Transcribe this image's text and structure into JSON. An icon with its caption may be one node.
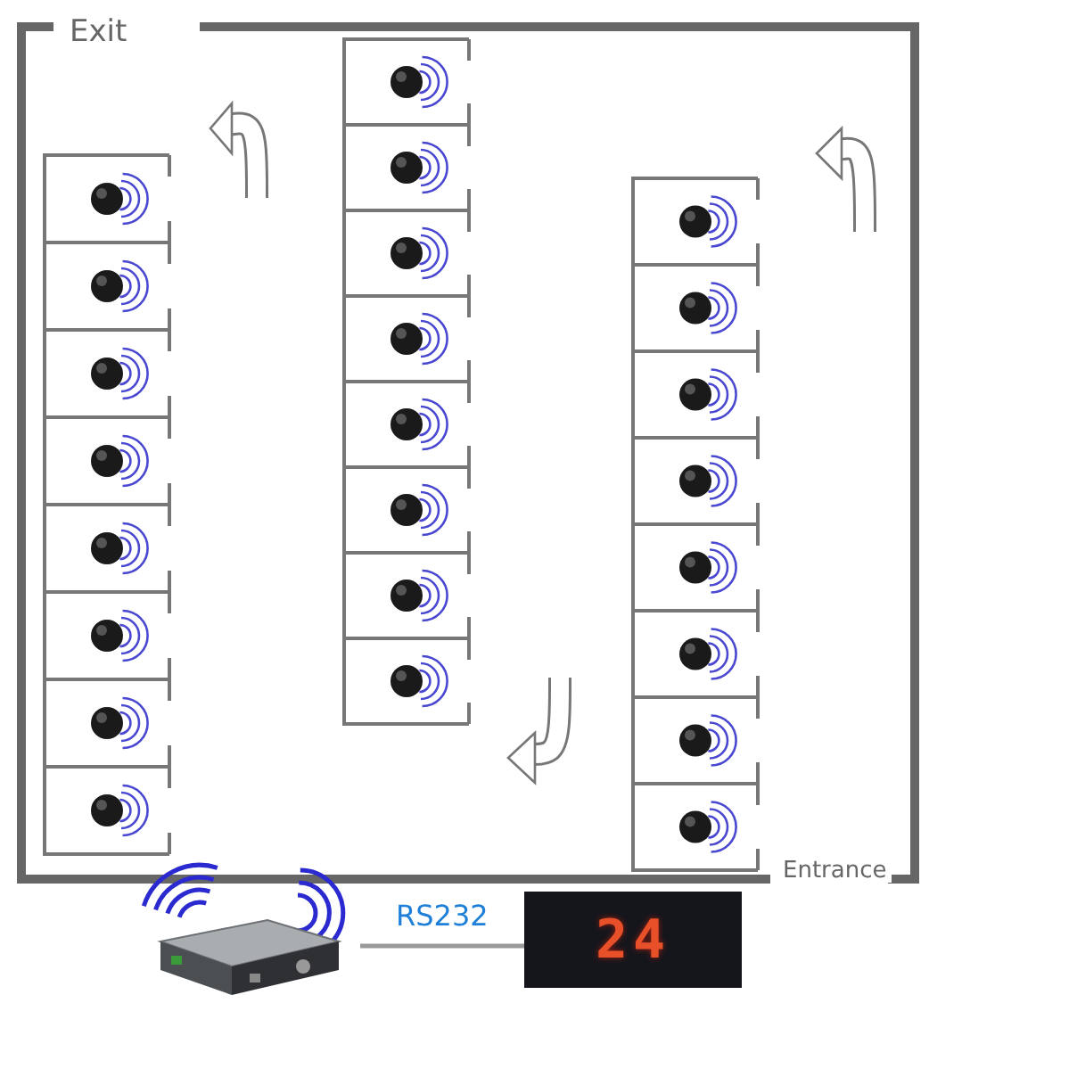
{
  "diagram": {
    "nodes": [
      {
        "text": [],
        "shape": "picture"
      },
      {
        "text": [
          "24"
        ]
      }
    ],
    "edges": [
      {
        "from": 0,
        "to": 1,
        "arrow": "none",
        "label": "RS232"
      }
    ],
    "labels": [
      "Exit",
      "Entrance"
    ]
  }
}
